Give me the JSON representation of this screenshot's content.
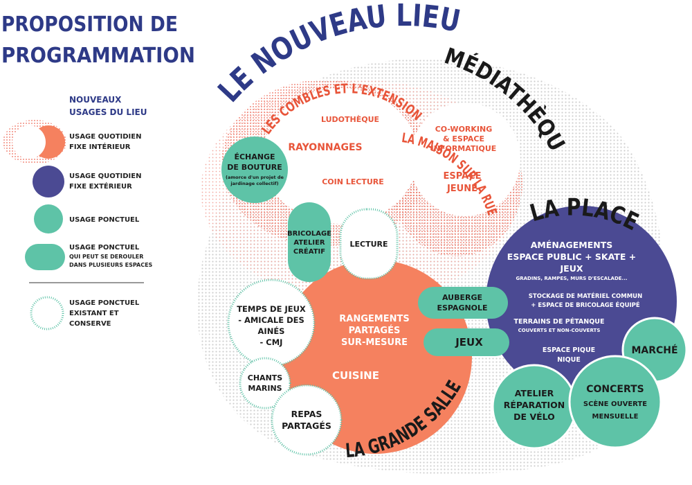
{
  "header": {
    "title_line1": "PROPOSITION DE",
    "title_line2": "PROGRAMMATION"
  },
  "legend": {
    "heading_line1": "NOUVEAUX",
    "heading_line2": "USAGES DU LIEU",
    "items": [
      {
        "line1": "USAGE QUOTIDIEN",
        "line2": "FIXE INTÉRIEUR"
      },
      {
        "line1": "USAGE QUOTIDIEN",
        "line2": "FIXE EXTÉRIEUR"
      },
      {
        "line1": "USAGE PONCTUEL"
      },
      {
        "line1": "USAGE PONCTUEL",
        "line2": "QUI PEUT SE DEROULER",
        "line3": "DANS PLUSIEURS ESPACES"
      },
      {
        "line1": "USAGE PONCTUEL",
        "line2": "EXISTANT ET",
        "line3": "CONSERVE"
      }
    ]
  },
  "zones": {
    "nouveau_lieu": "LE NOUVEAU LIEU",
    "mediatheque": "MÉDIATHÈQUE",
    "combles": "LES COMBLES ET L'EXTENSION",
    "maison_rue": "LA MAISON SUR LA RUE",
    "la_place": "LA PLACE",
    "grande_salle": "LA GRANDE SALLE"
  },
  "combles": {
    "ludotheque": "LUDOTHÈQUE",
    "rayonnages": "RAYONNAGES",
    "coin_lecture": "COIN LECTURE"
  },
  "maison": {
    "coworking_line1": "CO-WORKING",
    "coworking_line2": "& ESPACE",
    "coworking_line3": "INFORMATIQUE",
    "espace_jeune_line1": "ESPACE",
    "espace_jeune_line2": "JEUNE"
  },
  "echange": {
    "line1": "ÉCHANGE",
    "line2": "DE BOUTURE",
    "note1": "(amorce d'un projet de",
    "note2": "jardinage collectif)"
  },
  "bricolage": {
    "line1": "BRICOLAGE",
    "line2": "ATELIER",
    "line3": "CRÉATIF"
  },
  "lecture": "LECTURE",
  "grande_salle": {
    "rangements_line1": "RANGEMENTS",
    "rangements_line2": "PARTAGÉS",
    "rangements_line3": "SUR-MESURE",
    "cuisine": "CUISINE"
  },
  "temps_jeux": {
    "line1": "TEMPS DE JEUX",
    "line2": "- AMICALE DES",
    "line3": "AINÉS",
    "line4": "- CMJ"
  },
  "chants": {
    "line1": "CHANTS",
    "line2": "MARINS"
  },
  "repas": {
    "line1": "REPAS",
    "line2": "PARTAGÉS"
  },
  "auberge": {
    "line1": "AUBERGE",
    "line2": "ESPAGNOLE"
  },
  "jeux": "JEUX",
  "place": {
    "amenagements_line1": "AMÉNAGEMENTS",
    "amenagements_line2": "ESPACE PUBLIC + SKATE +",
    "amenagements_line3": "JEUX",
    "amenagements_line4": "GRADINS, RAMPES, MURS D'ESCALADE...",
    "stockage_line1": "STOCKAGE DE MATÉRIEL COMMUN",
    "stockage_line2": "+ ESPACE DE BRICOLAGE ÉQUIPÉ",
    "petanque_line1": "TERRAINS DE PÉTANQUE",
    "petanque_line2": "COUVERTS ET NON-COUVERTS",
    "pique_line1": "ESPACE PIQUE",
    "pique_line2": "NIQUE"
  },
  "marche": "MARCHÉ",
  "atelier_velo": {
    "line1": "ATELIER",
    "line2": "RÉPARATION",
    "line3": "DE VÉLO"
  },
  "concerts": {
    "line1": "CONCERTS",
    "line2": "SCÈNE OUVERTE",
    "line3": "MENSUELLE"
  },
  "colors": {
    "navy": "#2e3a87",
    "purple": "#4b4a93",
    "orange": "#f5815f",
    "teal": "#5ec3a7",
    "red_text": "#e8553a",
    "dot_grey": "#d6d6d6",
    "dot_red": "#ef6b5a"
  }
}
